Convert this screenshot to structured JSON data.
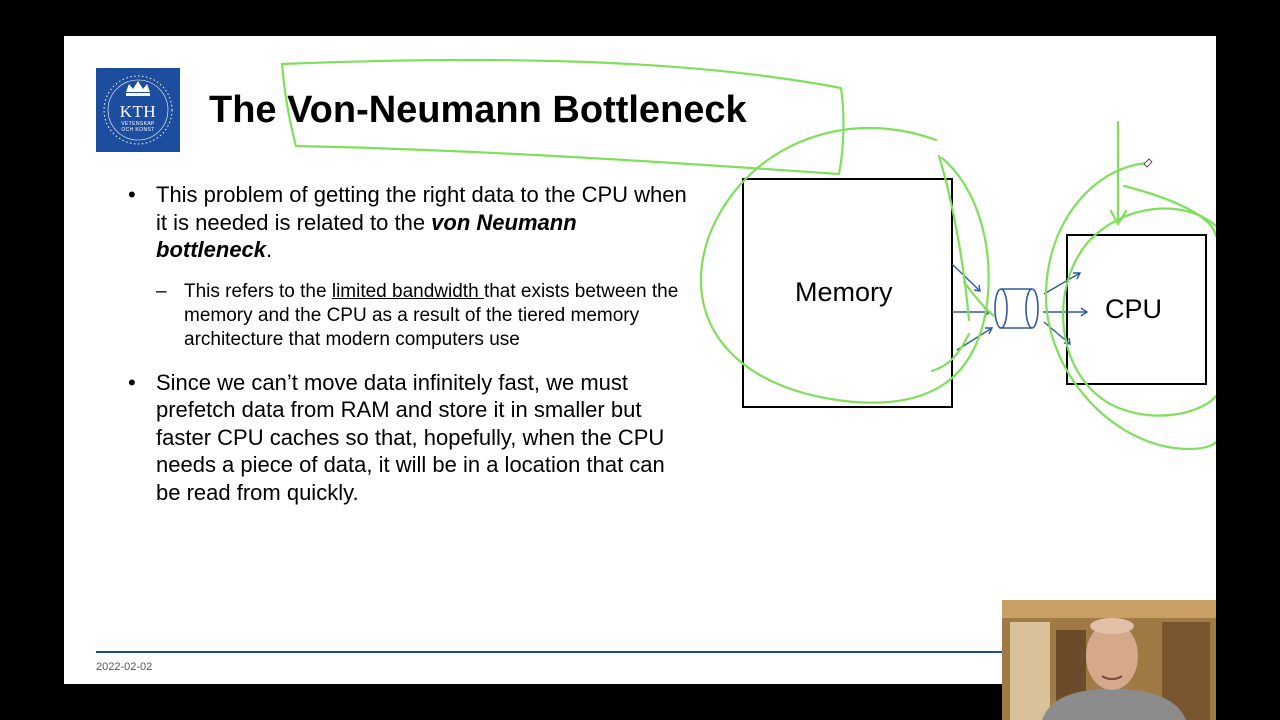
{
  "slide": {
    "logo": {
      "name": "KTH",
      "line1": "VETENSKAP",
      "line2": "OCH KONST"
    },
    "title": "The Von-Neumann Bottleneck",
    "bullet1": {
      "text_a": "This problem of getting the right data to the CPU when it is needed is related to the ",
      "emph": "von Neumann bottleneck",
      "text_b": "."
    },
    "sub1": {
      "text_a": "This refers to the ",
      "underlined": "limited bandwidth ",
      "text_b": "that exists between the memory and the CPU as a result of the tiered memory architecture that modern computers use"
    },
    "bullet2": "Since we can’t move data infinitely fast, we must prefetch data from RAM and store it in smaller but faster CPU caches so that, hopefully, when the CPU needs a piece of data, it will be in a location that can be read from quickly.",
    "diagram": {
      "memory_label": "Memory",
      "cpu_label": "CPU"
    },
    "footer_date": "2022-02-02"
  },
  "colors": {
    "kth_blue": "#1d4d9f",
    "annotation_green": "#7ee05a",
    "arrow_blue": "#2e5a9e"
  },
  "icons": {
    "bullet": "•",
    "dash": "–",
    "webcam": "presenter-video-feed"
  }
}
